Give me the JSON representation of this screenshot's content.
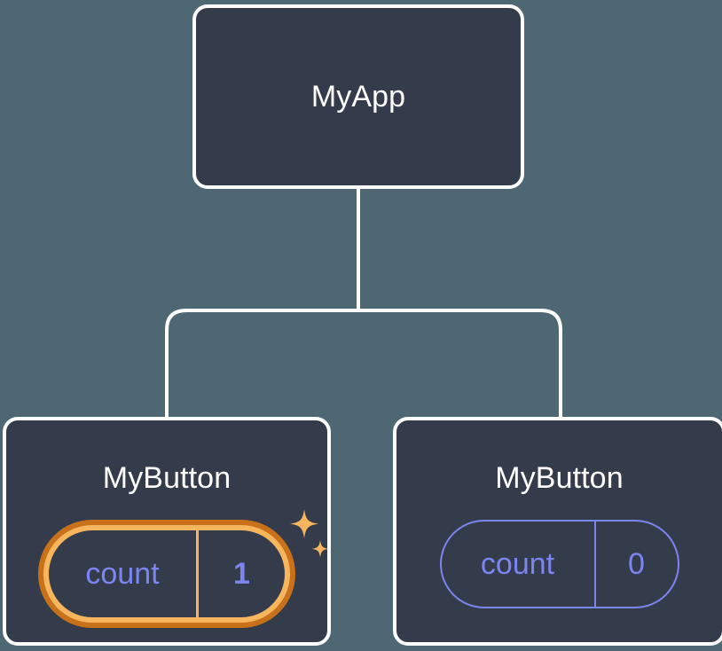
{
  "diagram": {
    "type": "component-tree",
    "background_color": "#4d6872",
    "node_fill_color": "#343c4c",
    "node_border_color": "#ffffff",
    "connector_color": "#ffffff",
    "accent_highlight_outer": "#c8711a",
    "accent_highlight_inner": "#f7b65e",
    "state_text_color": "#7c84f0",
    "root": {
      "title": "MyApp"
    },
    "children": [
      {
        "title": "MyButton",
        "state": {
          "key": "count",
          "value": "1"
        },
        "highlighted": true,
        "sparkle_icons": [
          "sparkle-large-icon",
          "sparkle-small-icon"
        ]
      },
      {
        "title": "MyButton",
        "state": {
          "key": "count",
          "value": "0"
        },
        "highlighted": false,
        "sparkle_icons": []
      }
    ]
  }
}
